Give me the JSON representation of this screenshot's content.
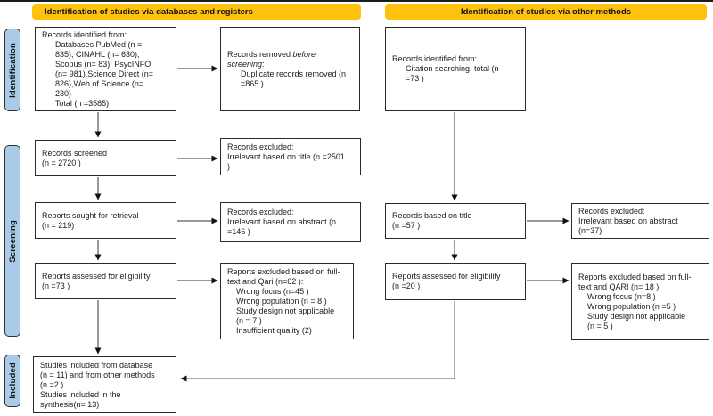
{
  "banners": {
    "left": "Identification of studies via databases and registers",
    "right": "Identification of studies via other methods"
  },
  "sidebar": {
    "identification": "Identification",
    "screening": "Screening",
    "included": "Included"
  },
  "colors": {
    "banner_yellow": "#fec10d",
    "sidebar_blue": "#a9cbe9",
    "box_border": "#2a2a2a",
    "arrow": "#333333"
  },
  "boxes": {
    "records_identified_db": {
      "text": "Records identified from:\n      Databases PubMed (n =\n      835), CINAHL (n= 630),\n      Scopus (n= 83), PsycINFO\n      (n= 981),Science Direct (n=\n      826),Web of Science (n=\n      230)\n      Total (n =3585)"
    },
    "records_removed": {
      "part1": "Records removed ",
      "italic": "before\nscreening",
      "part2": ":\n      Duplicate records removed (n\n      =865 )"
    },
    "records_screened": {
      "text": "Records screened\n(n = 2720 )"
    },
    "excluded_title": {
      "text": "Records excluded:\nIrrelevant based on title (n =2501\n)"
    },
    "reports_sought": {
      "text": "Reports sought for retrieval\n(n = 219)"
    },
    "excluded_abstract": {
      "text": "Records excluded:\nIrrelevant based on abstract (n\n=146 )"
    },
    "assessed_eligibility_db": {
      "text": "Reports assessed for eligibility\n(n =73 )"
    },
    "excluded_fulltext_db": {
      "text": "Reports excluded based on full-\ntext and Qari (n=62 ):\n    Wrong focus (n=45 )\n    Wrong population (n = 8 )\n    Study design not applicable\n    (n = 7 )\n    Insufficient quality (2)"
    },
    "studies_included": {
      "text": "Studies included from database\n(n = 11) and from other methods\n(n =2 )\nStudies included in the\nsynthesis(n= 13)"
    },
    "records_identified_other": {
      "text": "Records identified from:\n      Citation searching, total (n\n      =73 )"
    },
    "records_based_title": {
      "text": "Records based on title\n(n =57 )"
    },
    "excluded_abstract_other": {
      "text": "Records excluded:\nIrrelevant based on abstract\n(n=37)"
    },
    "assessed_eligibility_other": {
      "text": "Reports assessed for eligibility\n(n =20 )"
    },
    "excluded_fulltext_other": {
      "text": "Reports excluded based on full-\ntext and QARI (n= 18 ):\n    Wrong focus (n=8 )\n    Wrong population (n =5 )\n    Study design not applicable\n    (n = 5 )"
    }
  }
}
